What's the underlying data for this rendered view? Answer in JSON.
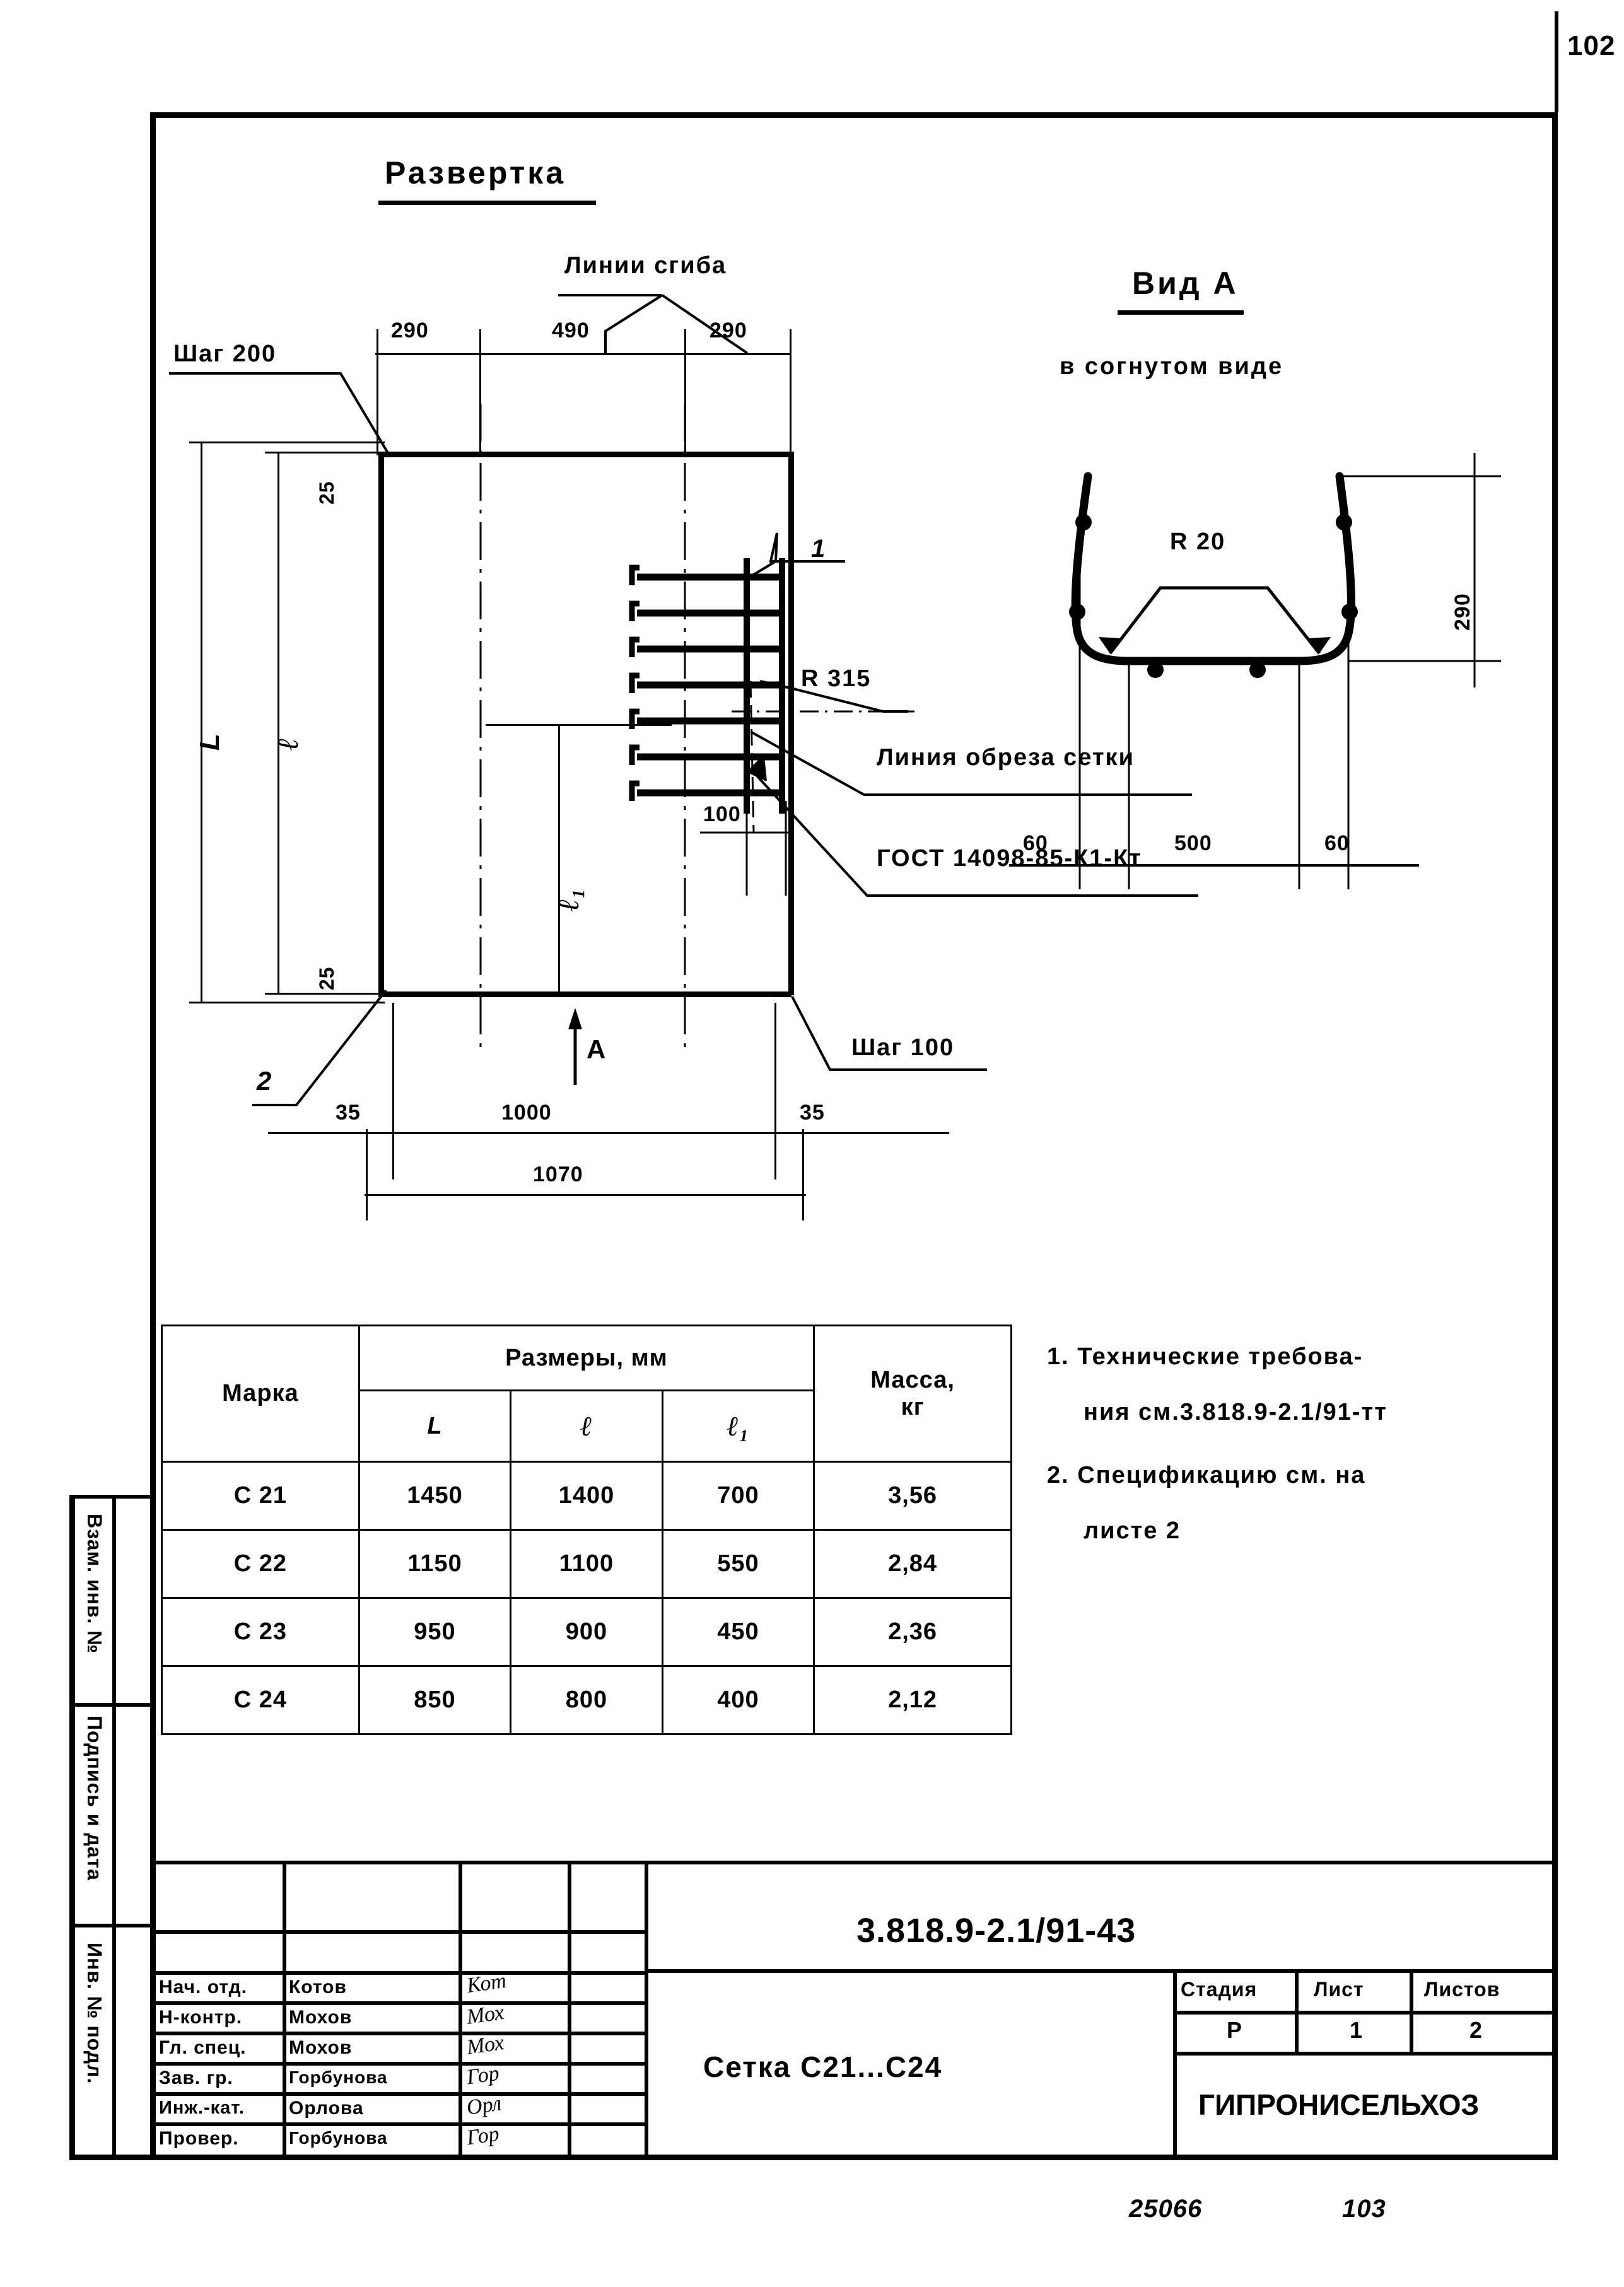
{
  "page": {
    "corner_number": "102",
    "footer_code": "25066",
    "footer_page": "103"
  },
  "views": {
    "development": {
      "title": "Развертка",
      "labels": {
        "fold_lines": "Линии сгиба",
        "step_200": "Шаг 200",
        "step_100": "Шаг 100",
        "mesh_cut_line": "Линия обреза сетки",
        "gost": "ГОСТ 14098-85-К1-Кт",
        "radius": "R 315",
        "pos_1": "1",
        "pos_2": "2",
        "section_arrow": "A"
      },
      "dimensions": {
        "top_290_left": "290",
        "top_490": "490",
        "top_290_right": "290",
        "left_L": "L",
        "left_l": "ℓ",
        "left_l1": "ℓ₁",
        "edge_25_top": "25",
        "edge_25_bottom": "25",
        "bottom_35_left": "35",
        "bottom_1000": "1000",
        "bottom_35_right": "35",
        "bottom_1070": "1070",
        "inner_100": "100"
      }
    },
    "view_a": {
      "title": "Вид А",
      "subtitle": "в согнутом виде",
      "dimensions": {
        "radius": "R 20",
        "height_290": "290",
        "left_60": "60",
        "mid_500": "500",
        "right_60": "60"
      }
    }
  },
  "spec_table": {
    "headers": {
      "mark": "Марка",
      "sizes": "Размеры,  мм",
      "mass": "Масса,",
      "mass_unit": "кг",
      "col_L": "L",
      "col_l": "ℓ",
      "col_l1": "ℓ₁"
    },
    "rows": [
      {
        "mark": "С 21",
        "L": "1450",
        "l": "1400",
        "l1": "700",
        "mass": "3,56"
      },
      {
        "mark": "С 22",
        "L": "1150",
        "l": "1100",
        "l1": "550",
        "mass": "2,84"
      },
      {
        "mark": "С 23",
        "L": "950",
        "l": "900",
        "l1": "450",
        "mass": "2,36"
      },
      {
        "mark": "С 24",
        "L": "850",
        "l": "800",
        "l1": "400",
        "mass": "2,12"
      }
    ]
  },
  "notes": [
    "1. Технические требова-",
    "ния см.3.818.9-2.1/91-тт",
    "2. Спецификацию см. на",
    "листе 2"
  ],
  "title_block": {
    "drawing_code": "3.818.9-2.1/91-43",
    "drawing_name": "Сетка С21...С24",
    "organization": "ГИПРОНИСЕЛЬХОЗ",
    "stage_headers": {
      "stage": "Стадия",
      "sheet": "Лист",
      "sheets": "Листов"
    },
    "stage_values": {
      "stage": "Р",
      "sheet": "1",
      "sheets": "2"
    },
    "roles": [
      {
        "role": "Нач. отд.",
        "name": "Котов",
        "sign": "Кот"
      },
      {
        "role": "Н-контр.",
        "name": "Мохов",
        "sign": "Мох"
      },
      {
        "role": "Гл. спец.",
        "name": "Мохов",
        "sign": "Мох"
      },
      {
        "role": "Зав. гр.",
        "name": "Горбунова",
        "sign": "Гор"
      },
      {
        "role": "Инж.-кат.",
        "name": "Орлова",
        "sign": "Орл"
      },
      {
        "role": "Провер.",
        "name": "Горбунова",
        "sign": "Гор"
      }
    ],
    "side_labels": [
      "Взам. инв. №",
      "Подпись и дата",
      "Инв. № подл."
    ]
  }
}
